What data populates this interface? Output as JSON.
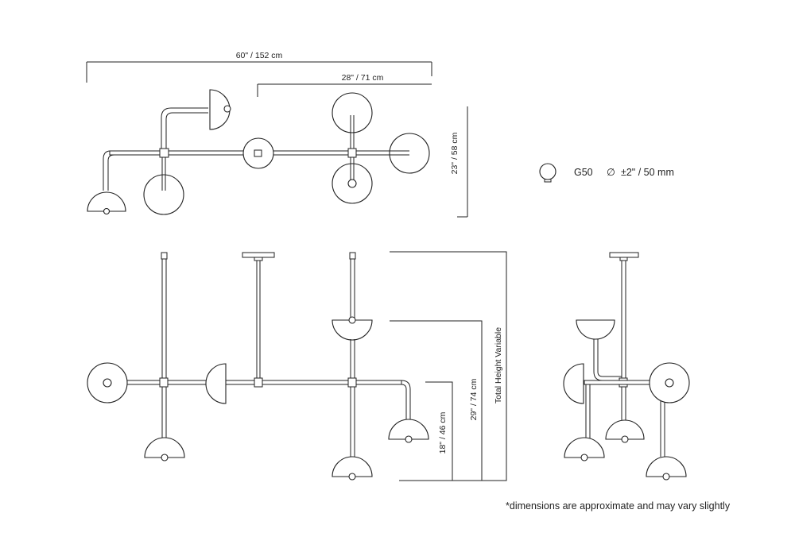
{
  "dimensions": {
    "overall_width": "60\" / 152 cm",
    "partial_width": "28\"  / 71 cm",
    "plan_depth": "23\" / 58 cm",
    "drop_short": "18\" / 46 cm",
    "drop_long": "29\" / 74 cm",
    "total_height": "Total Height Variable"
  },
  "bulb": {
    "model": "G50",
    "diameter_symbol": "∅",
    "diameter": "±2\" / 50 mm"
  },
  "note": "*dimensions are approximate and may vary slightly"
}
